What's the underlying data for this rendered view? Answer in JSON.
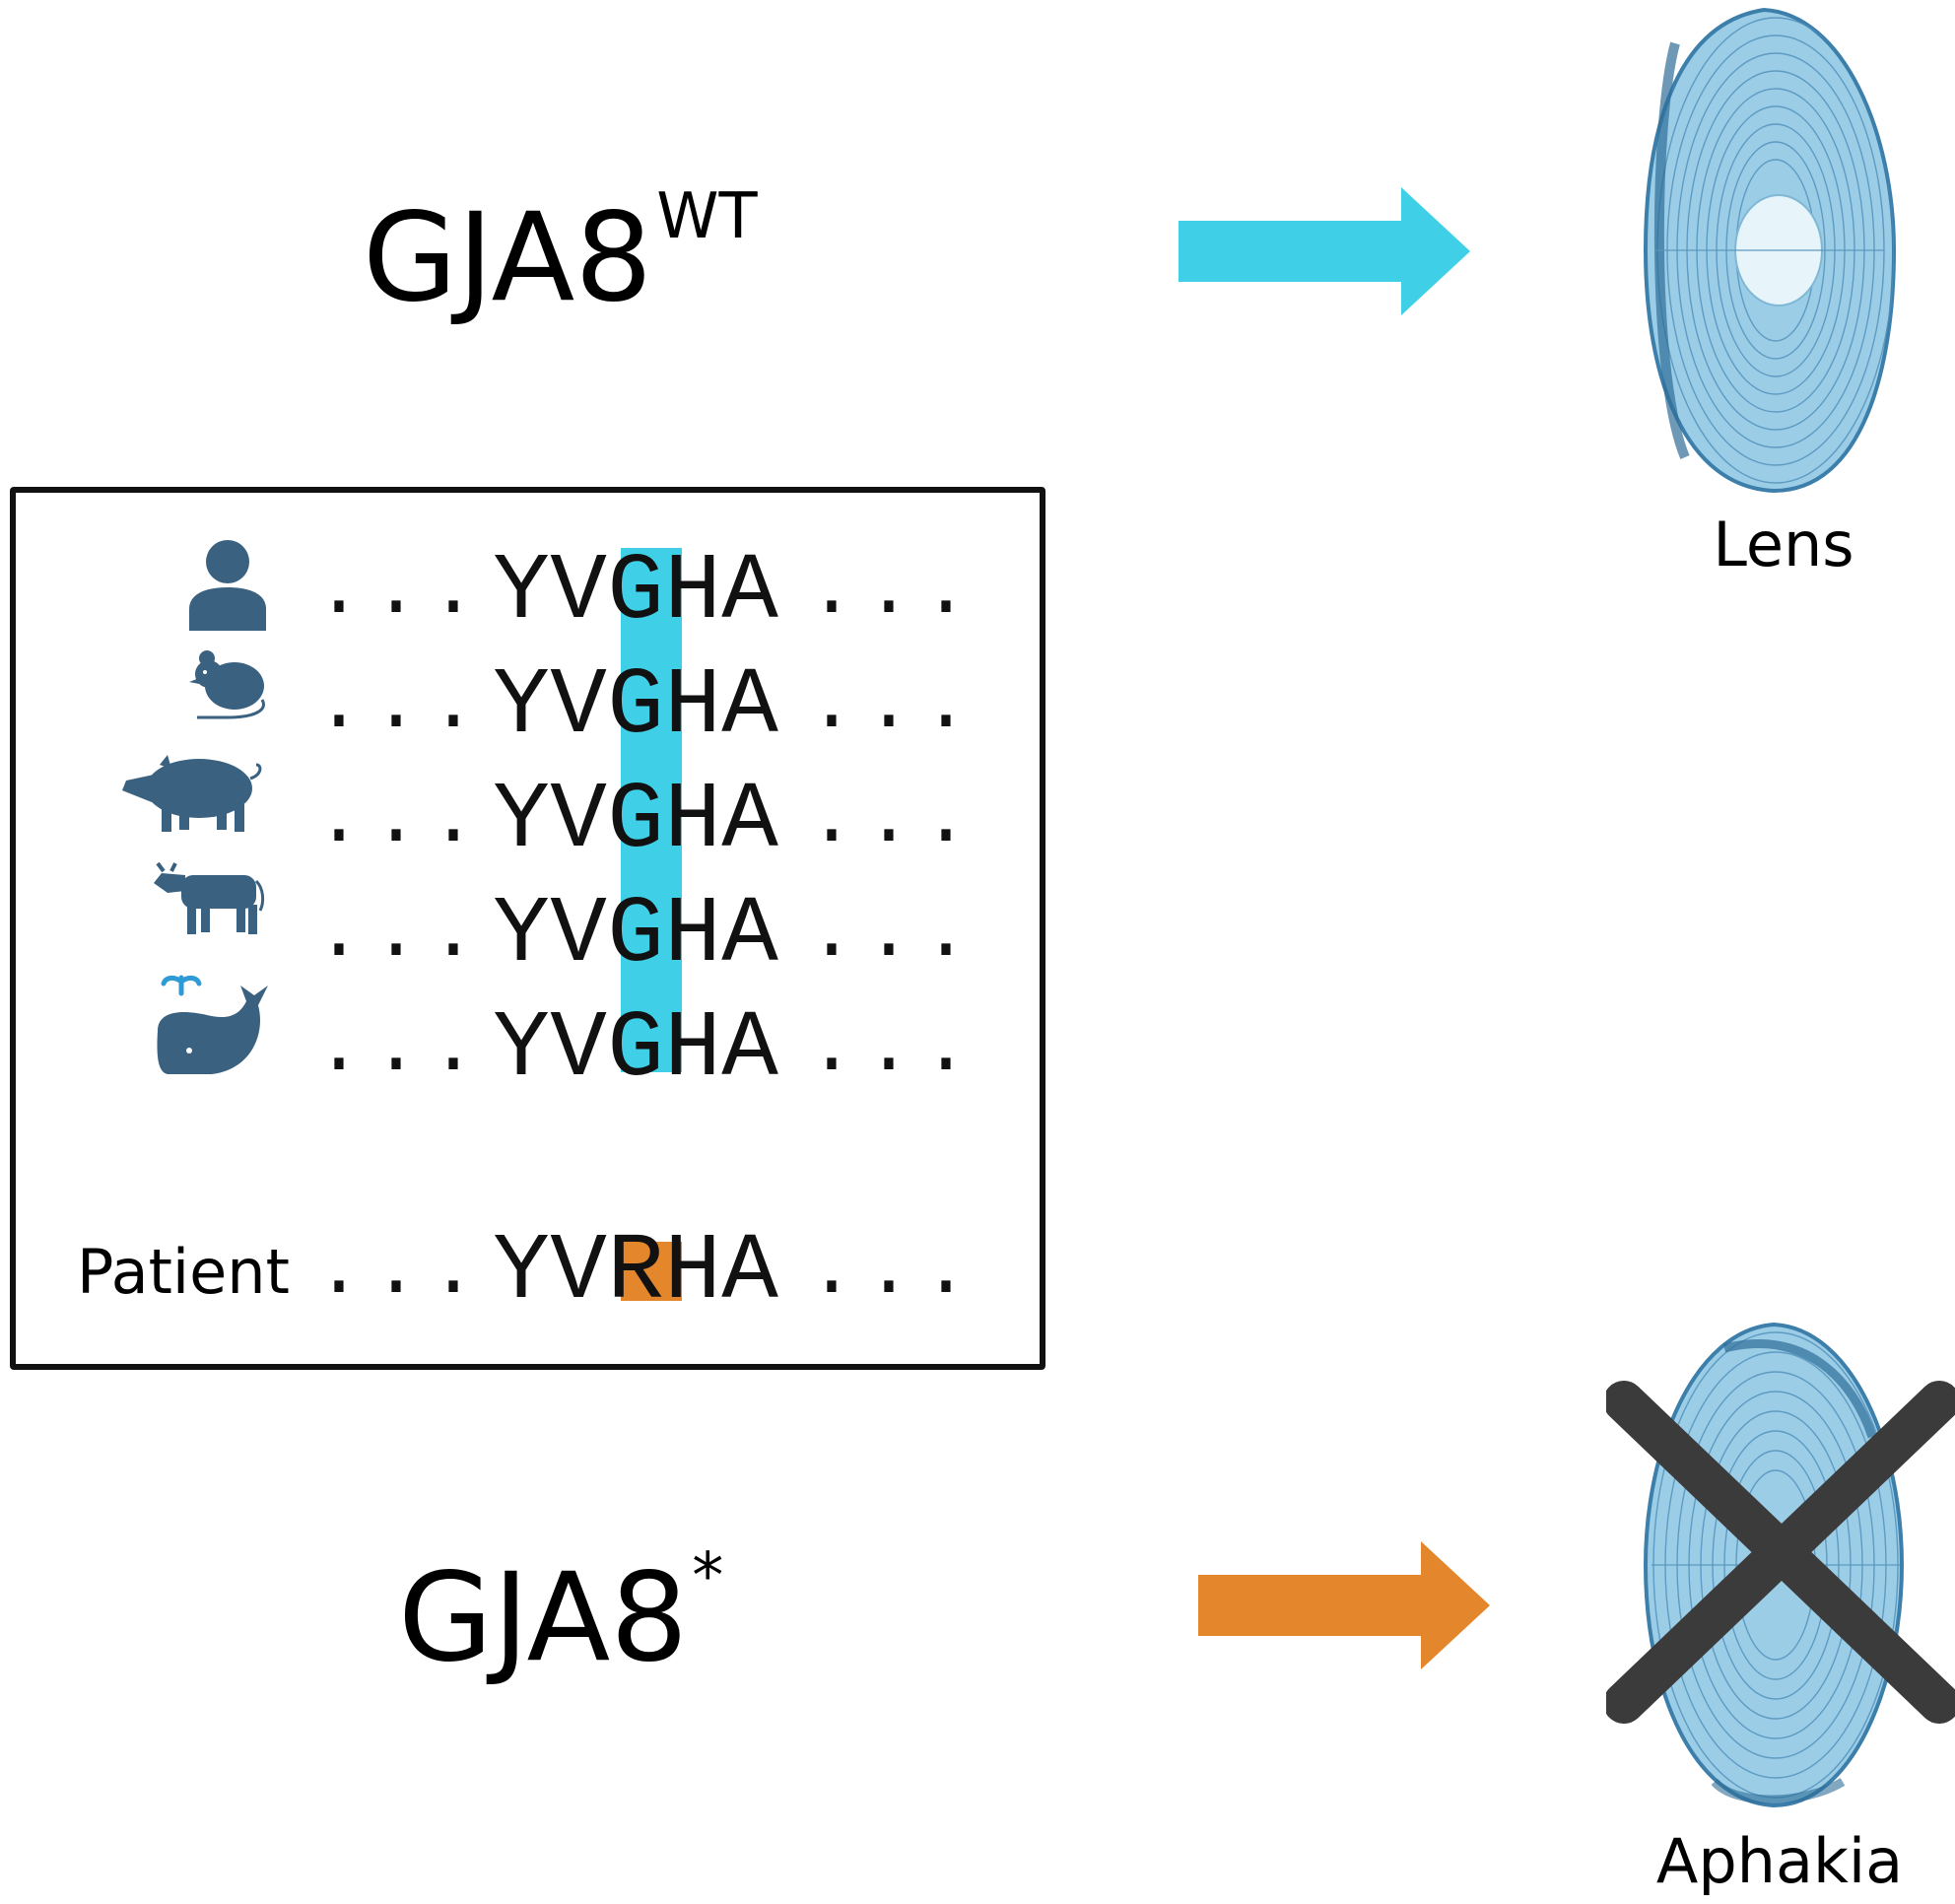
{
  "top": {
    "gene": "GJA8",
    "gene_superscript": "WT",
    "arrow_color": "#3fd0e8",
    "outcome_label": "Lens"
  },
  "bottom": {
    "gene": "GJA8",
    "gene_superscript": "*",
    "arrow_color": "#e4862c",
    "outcome_label": "Aphakia"
  },
  "alignment": {
    "highlight_wt_color": "#3fd0e8",
    "highlight_mut_color": "#e4862c",
    "species": [
      {
        "icon": "human-icon",
        "prefix": "...",
        "residues": [
          "Y",
          "V",
          "G",
          "H",
          "A"
        ],
        "suffix": "..."
      },
      {
        "icon": "mouse-icon",
        "prefix": "...",
        "residues": [
          "Y",
          "V",
          "G",
          "H",
          "A"
        ],
        "suffix": "..."
      },
      {
        "icon": "pig-icon",
        "prefix": "...",
        "residues": [
          "Y",
          "V",
          "G",
          "H",
          "A"
        ],
        "suffix": "..."
      },
      {
        "icon": "cow-icon",
        "prefix": "...",
        "residues": [
          "Y",
          "V",
          "G",
          "H",
          "A"
        ],
        "suffix": "..."
      },
      {
        "icon": "whale-icon",
        "prefix": "...",
        "residues": [
          "Y",
          "V",
          "G",
          "H",
          "A"
        ],
        "suffix": "..."
      }
    ],
    "patient": {
      "label": "Patient",
      "prefix": "...",
      "residues": [
        "Y",
        "V",
        "R",
        "H",
        "A"
      ],
      "suffix": "..."
    }
  },
  "icon_color": "#3a6180"
}
